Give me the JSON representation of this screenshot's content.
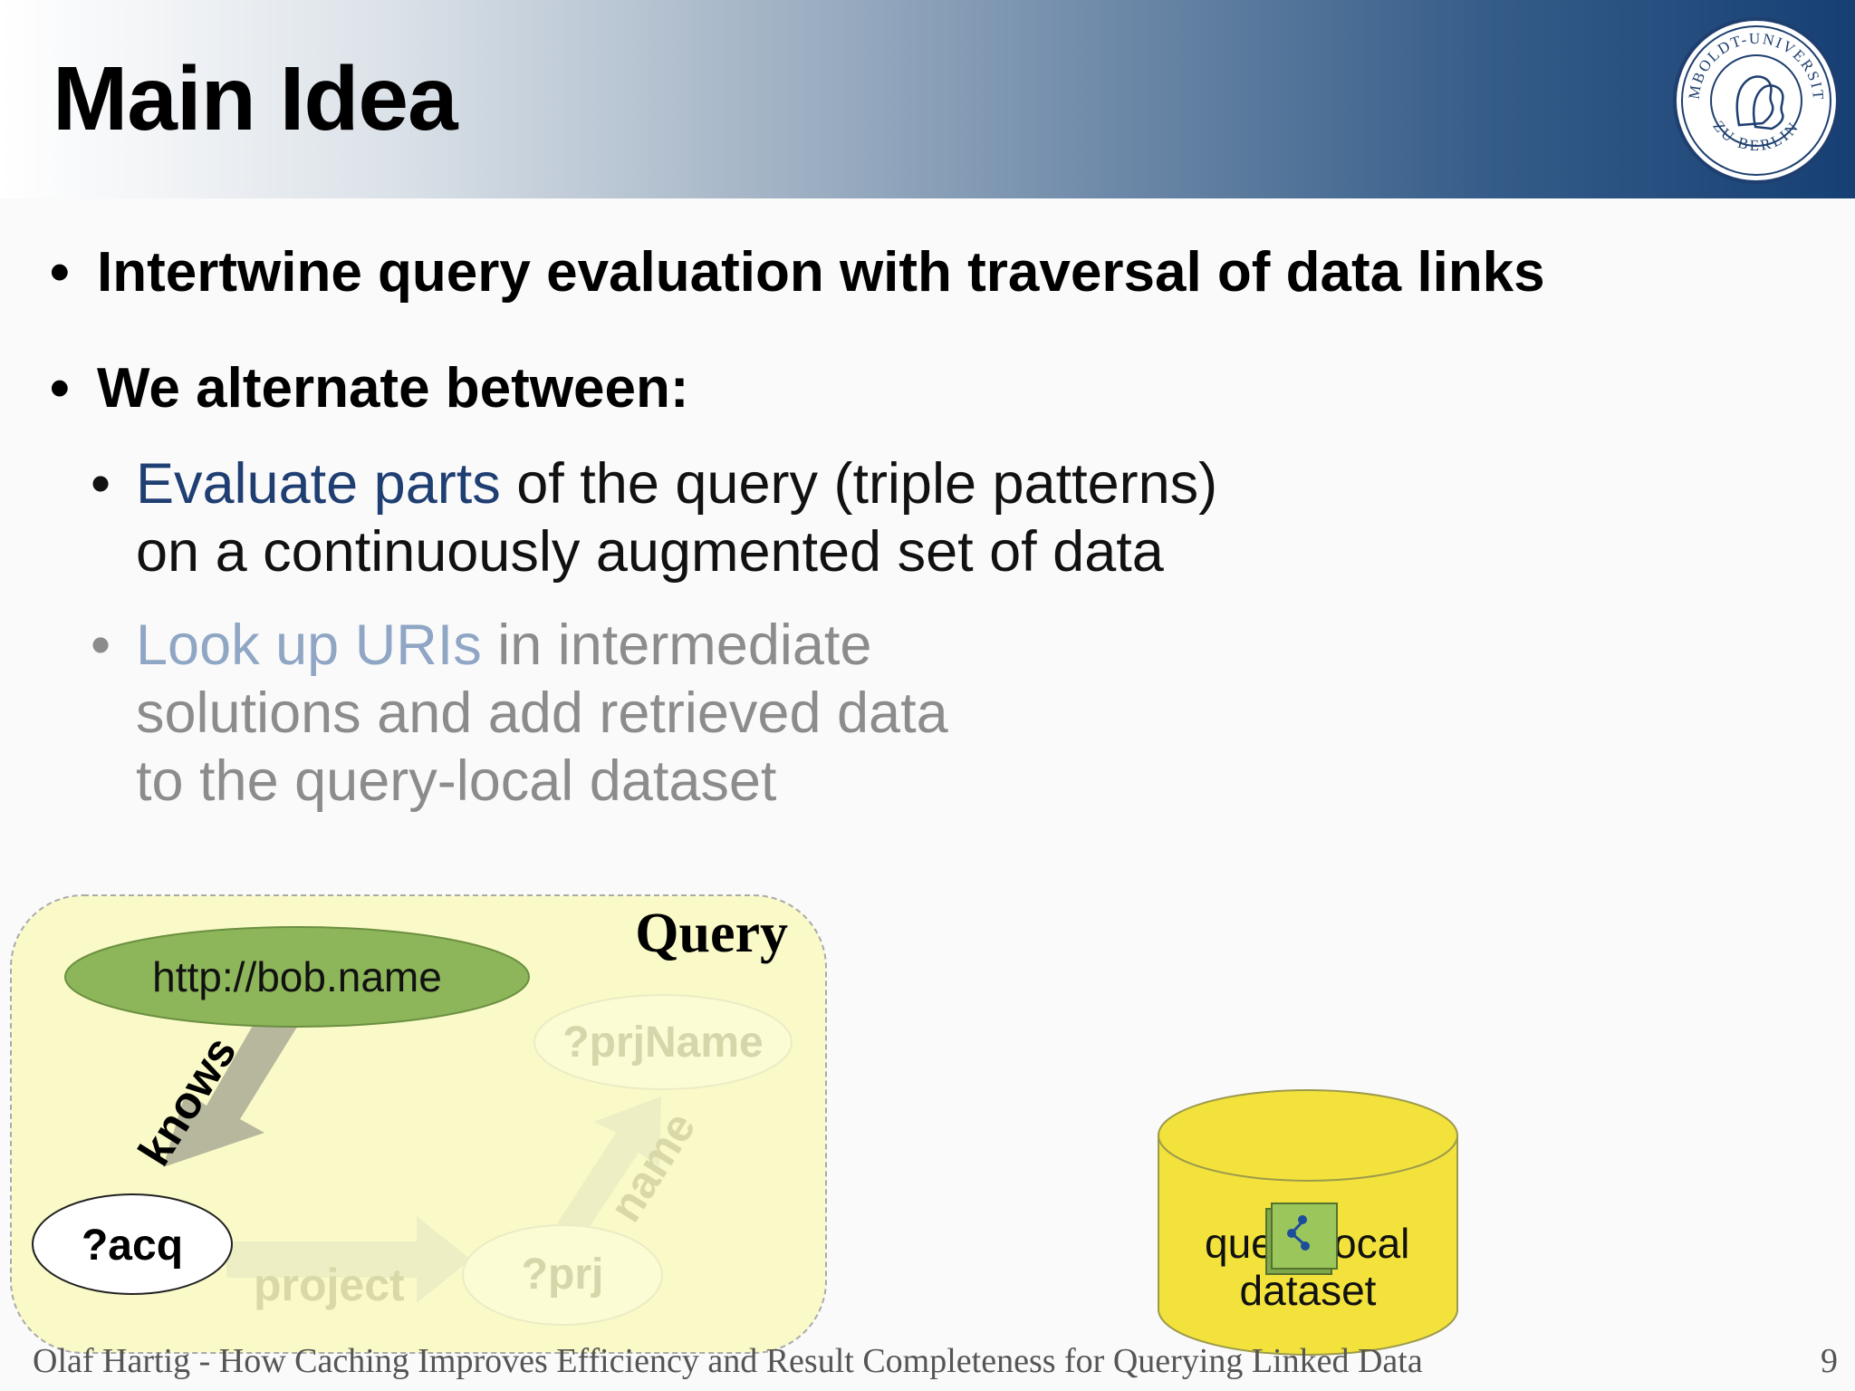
{
  "slide": {
    "title": "Main Idea",
    "bullets": [
      "Intertwine query evaluation with traversal of data links",
      "We alternate between:"
    ],
    "sub1": {
      "highlight": "Evaluate parts",
      "rest": " of the query (triple patterns)",
      "line2": "on a continuously augmented set of data"
    },
    "sub2": {
      "highlight": "Look up URIs",
      "rest": " in intermediate",
      "line2": "solutions and add retrieved data",
      "line3": "to the query-local dataset"
    }
  },
  "diagram": {
    "query_label": "Query",
    "nodes": {
      "bob": "http://bob.name",
      "prjname": "?prjName",
      "acq": "?acq",
      "prj": "?prj"
    },
    "edges": {
      "knows": "knows",
      "project": "project",
      "name": "name"
    },
    "dataset": {
      "line1a": "que",
      "line1b": "ocal",
      "line2": "dataset"
    }
  },
  "seal": {
    "top_text": "HUMBOLDT-UNIVERSITÄT",
    "bottom_text": "ZU BERLIN"
  },
  "footer": {
    "text": "Olaf Hartig - How Caching Improves Efficiency and Result Completeness for Querying Linked Data",
    "page": "9"
  },
  "colors": {
    "accent": "#1f3f73",
    "query_box": "#fafac8",
    "bob_node": "#8db65a",
    "cylinder": "#f2e23b"
  }
}
